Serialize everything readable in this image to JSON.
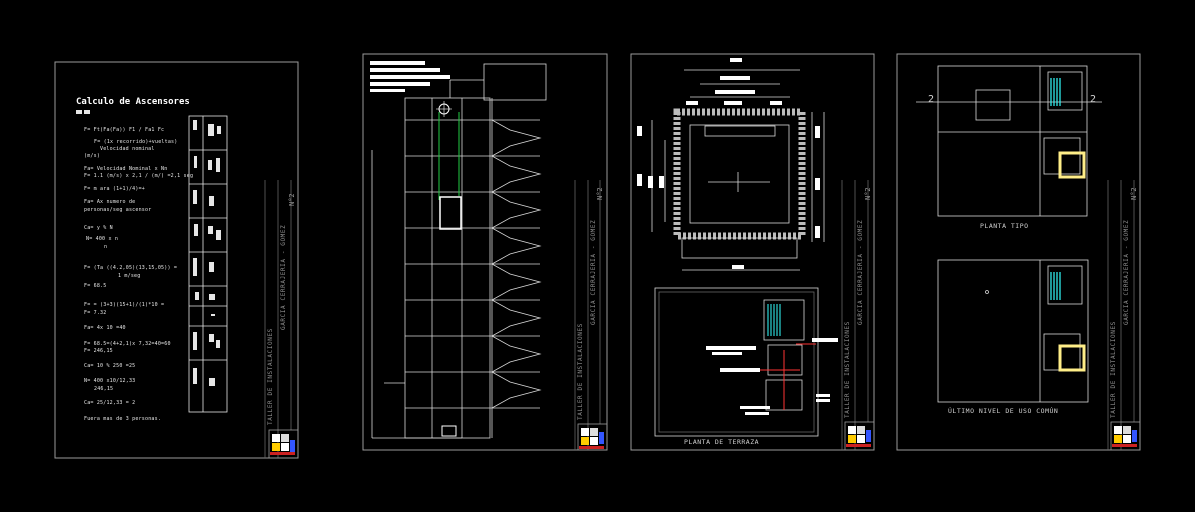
{
  "calc_sheet": {
    "title": "Calculo de Ascensores",
    "lines": [
      "F= Ft(Fa(Fa)) F1 / Fa1 Fc",
      "F= (1x recorrido)+vueltas)",
      "Velocidad nominal",
      "(m/s)",
      "Fa= Velocidad Nominal x Nn",
      "F= 1.1 (m/s) x 2,1 / (m/) =2,1 seg",
      "F= m ara (1+1)/4)=+",
      "Fa= Ax numero de",
      "personas/seg ascensor",
      "Ca= y % N",
      "N= 400 x n",
      "n",
      "F= (Ta ((4.2,05)(13,15,05)) =",
      "1 m/seg",
      "F= 68.5",
      "F= = (3+3)(15+1)/(1)*10 =",
      "F= 7.32",
      "Fa= 4x 10 =40",
      "F= 68.5=(4+2,1)x 7,32=40=60",
      "F= 246,15",
      "Ca= 10 % 250 =25",
      "N= 400 x10/12,33",
      "246,15",
      "Ca= 25/12,33 = 2",
      "Fuera mas de 3 personas."
    ]
  },
  "title_block": {
    "course": "TALLER DE INSTALACIONES",
    "authors": "GARCIA CERRAJERIA - GOMEZ",
    "sheet_number": "N°2"
  },
  "plan_labels": {
    "terraza": "PLANTA DE TERRAZA",
    "tipo": "PLANTA TIPO",
    "ultimo": "ÚLTIMO NIVEL DE USO COMÚN"
  },
  "axis_marks": {
    "axis_left": "2",
    "axis_right": "2"
  },
  "colors": {
    "background": "#000000",
    "sheet_border": "#9a9a9a",
    "drawing_line": "#d9d9d9",
    "elevator_cab": "#ffee88",
    "stair_accent": "#33ffff",
    "rope": "#22cc44",
    "pipe_red": "#ff3333"
  }
}
